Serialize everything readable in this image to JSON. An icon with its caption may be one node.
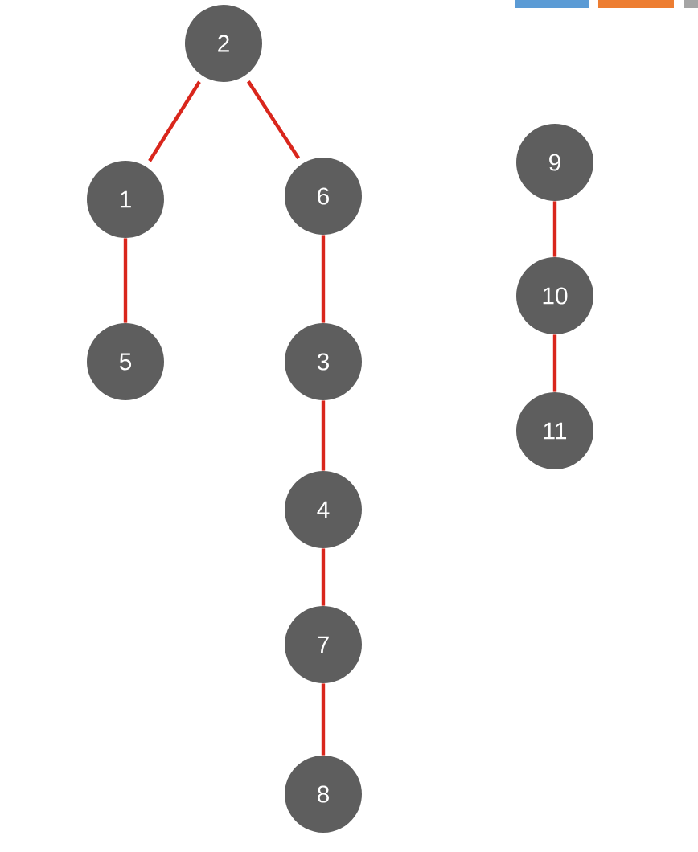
{
  "diagram": {
    "nodes": [
      {
        "text": [
          "2"
        ]
      },
      {
        "text": [
          "1"
        ]
      },
      {
        "text": [
          "6"
        ]
      },
      {
        "text": [
          "5"
        ]
      },
      {
        "text": [
          "3"
        ]
      },
      {
        "text": [
          "4"
        ]
      },
      {
        "text": [
          "7"
        ]
      },
      {
        "text": [
          "8"
        ]
      },
      {
        "text": [
          "9"
        ]
      },
      {
        "text": [
          "10"
        ]
      },
      {
        "text": [
          "11"
        ]
      }
    ],
    "edges": [
      {
        "from": 0,
        "to": 1,
        "arrow": "none"
      },
      {
        "from": 0,
        "to": 2,
        "arrow": "none"
      },
      {
        "from": 1,
        "to": 3,
        "arrow": "none"
      },
      {
        "from": 2,
        "to": 4,
        "arrow": "none"
      },
      {
        "from": 4,
        "to": 5,
        "arrow": "none"
      },
      {
        "from": 5,
        "to": 6,
        "arrow": "none"
      },
      {
        "from": 6,
        "to": 7,
        "arrow": "none"
      },
      {
        "from": 8,
        "to": 9,
        "arrow": "none"
      },
      {
        "from": 9,
        "to": 10,
        "arrow": "none"
      }
    ]
  }
}
